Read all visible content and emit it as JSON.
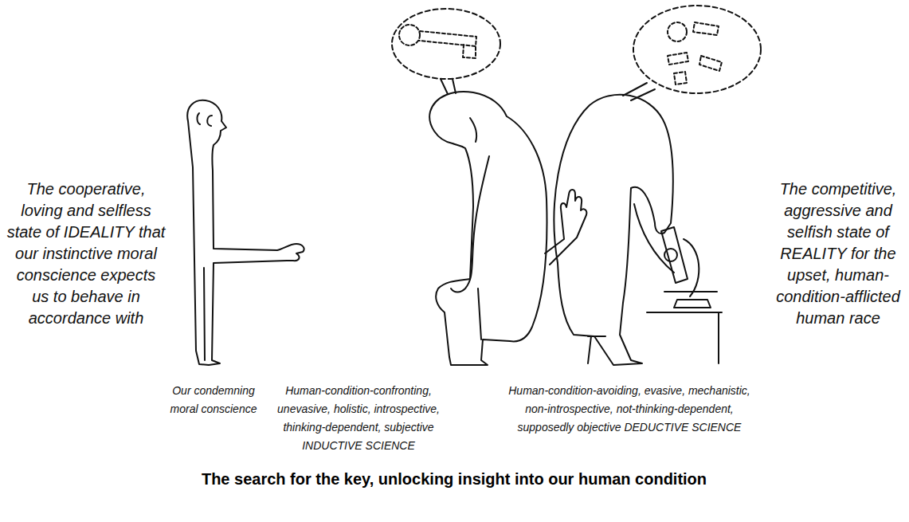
{
  "diagram": {
    "caption": "The search for the key, unlocking insight into our human condition",
    "labels": [
      "The cooperative, loving and selfless state of IDEALITY that our instinctive moral conscience expects us to behave in accordance with",
      "The competitive, aggressive and selfish state of REALITY for the upset, human-condition-afflicted human race",
      "Our condemning moral conscience",
      "Human-condition-confronting, unevasive, holistic, introspective, thinking-dependent, subjective INDUCTIVE SCIENCE",
      "Human-condition-avoiding, evasive, mechanistic, non-introspective, not-thinking-dependent, supposedly objective DEDUCTIVE SCIENCE"
    ]
  }
}
